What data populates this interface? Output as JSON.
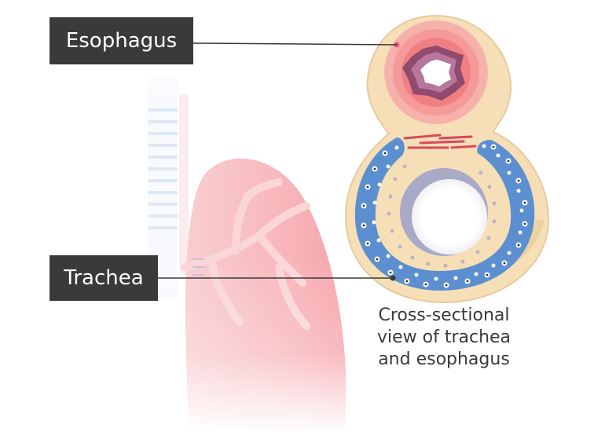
{
  "labels": {
    "esophagus": "Esophagus",
    "trachea": "Trachea"
  },
  "caption": {
    "line1": "Cross-sectional",
    "line2": "view of trachea",
    "line3": "and esophagus"
  },
  "colors": {
    "label_bg": "#3a3a3a",
    "esophagus_outer": "#f6b1ad",
    "esophagus_mid": "#f07f83",
    "trachea_tissue": "#f6dfb7",
    "cartilage": "#5b8fcf",
    "lumen_wall": "#a9a9c8",
    "lung": "#f05a66"
  }
}
